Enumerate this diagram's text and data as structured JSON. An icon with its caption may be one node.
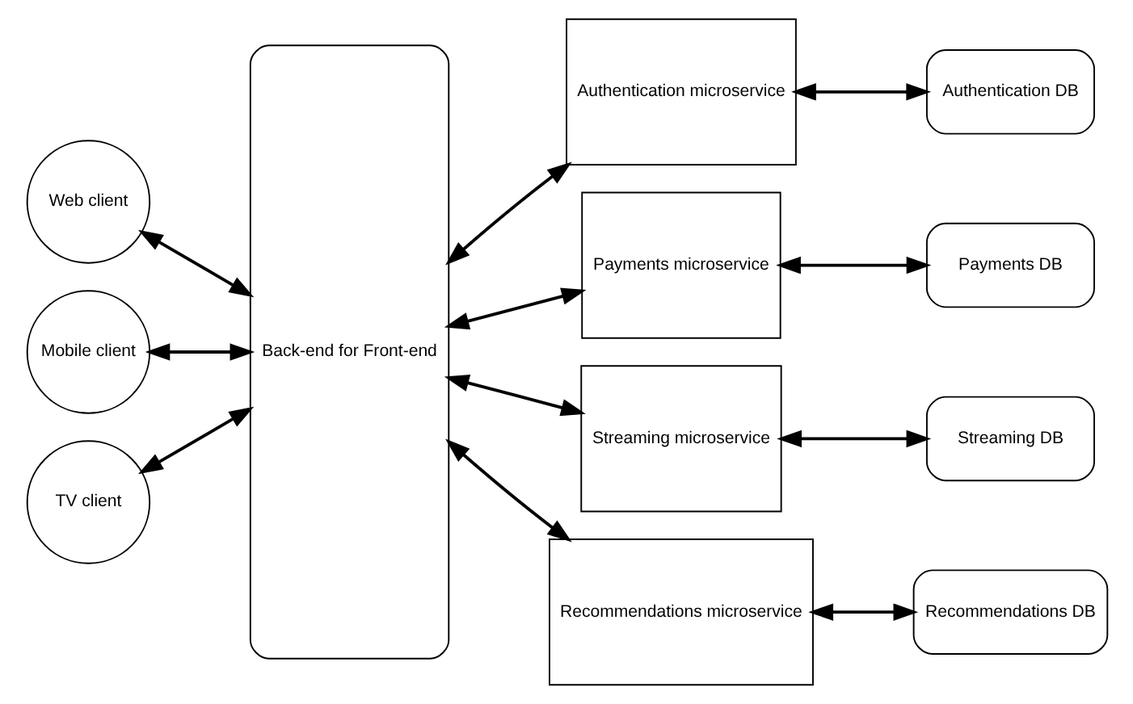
{
  "diagram": {
    "nodes": [
      {
        "text": [
          "Web client"
        ]
      },
      {
        "text": [
          "Mobile client"
        ]
      },
      {
        "text": [
          "TV client"
        ]
      },
      {
        "text": [
          "Back-end for Front-end"
        ]
      },
      {
        "text": [
          "Authentication microservice"
        ]
      },
      {
        "text": [
          "Payments microservice"
        ]
      },
      {
        "text": [
          "Streaming microservice"
        ]
      },
      {
        "text": [
          "Recommendations microservice"
        ]
      },
      {
        "text": [
          "Authentication DB"
        ]
      },
      {
        "text": [
          "Payments DB"
        ]
      },
      {
        "text": [
          "Streaming DB"
        ]
      },
      {
        "text": [
          "Recommendations DB"
        ]
      }
    ],
    "edges": [
      {
        "from": 0,
        "to": 3,
        "arrow": "both"
      },
      {
        "from": 1,
        "to": 3,
        "arrow": "both"
      },
      {
        "from": 2,
        "to": 3,
        "arrow": "both"
      },
      {
        "from": 3,
        "to": 4,
        "arrow": "both"
      },
      {
        "from": 3,
        "to": 5,
        "arrow": "both"
      },
      {
        "from": 3,
        "to": 6,
        "arrow": "both"
      },
      {
        "from": 3,
        "to": 7,
        "arrow": "both"
      },
      {
        "from": 4,
        "to": 8,
        "arrow": "both"
      },
      {
        "from": 5,
        "to": 9,
        "arrow": "both"
      },
      {
        "from": 6,
        "to": 10,
        "arrow": "both"
      },
      {
        "from": 7,
        "to": 11,
        "arrow": "both"
      }
    ]
  }
}
